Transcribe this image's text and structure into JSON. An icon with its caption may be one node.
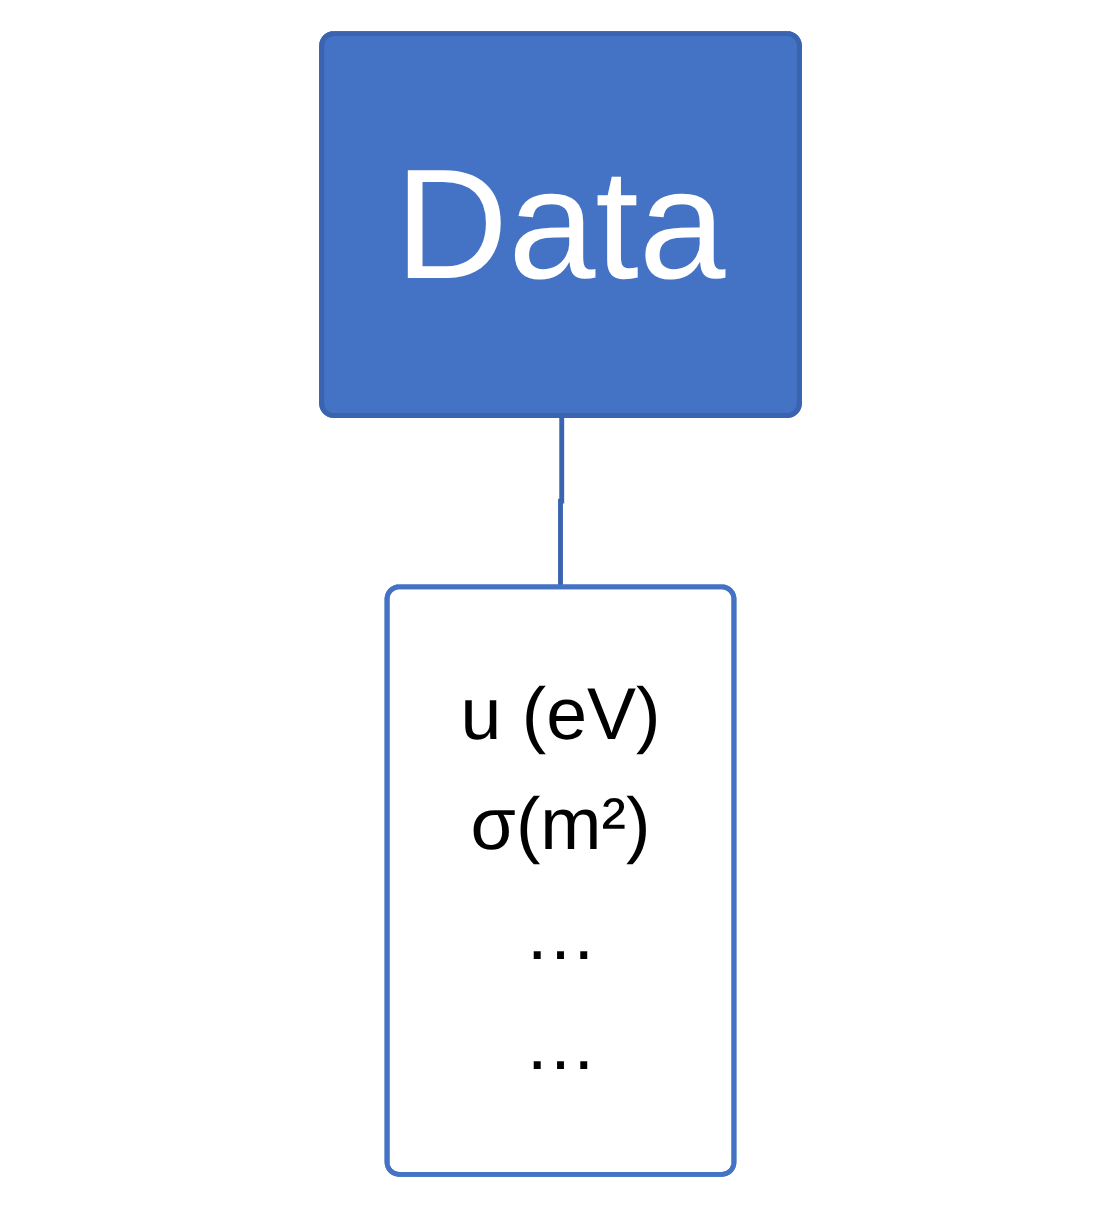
{
  "diagram": {
    "nodes": [
      {
        "text": [
          "Data"
        ]
      },
      {
        "text": [
          "u (eV)",
          "σ(m²)",
          "…",
          "…"
        ]
      }
    ],
    "edges": [
      {
        "from": 0,
        "to": 1,
        "arrow": "none"
      }
    ]
  }
}
